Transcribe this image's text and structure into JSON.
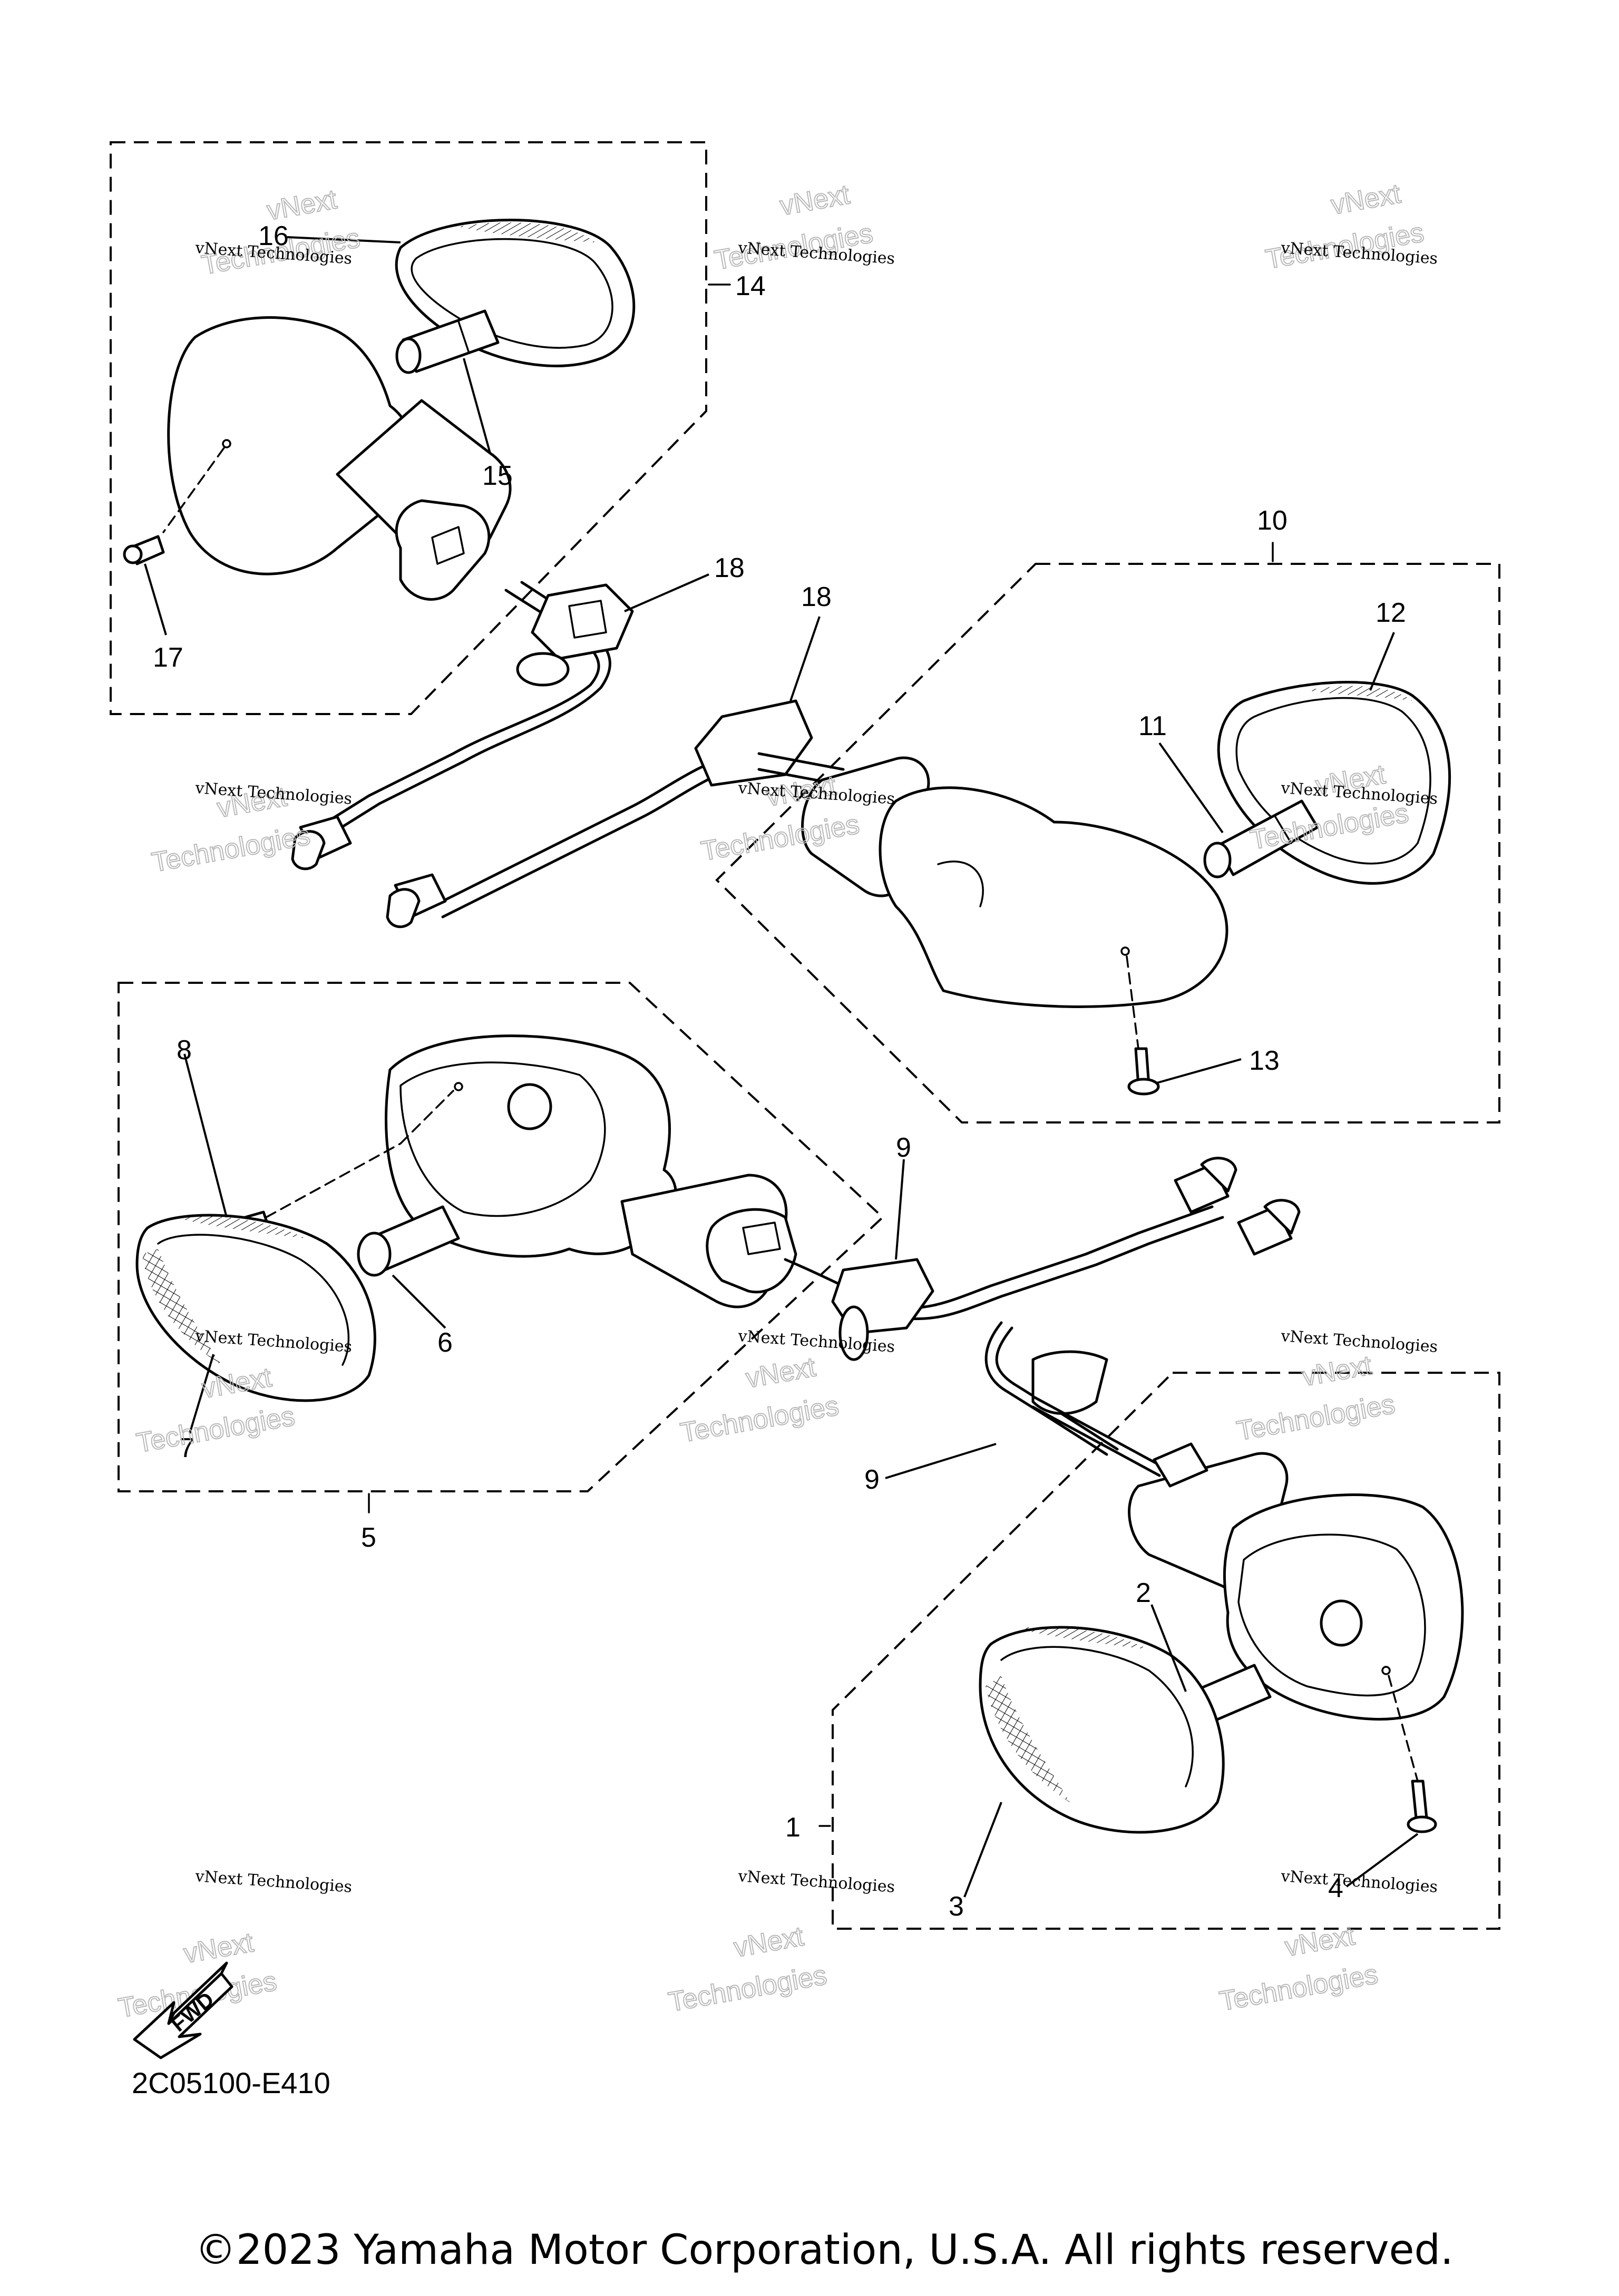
{
  "callouts": [
    "1",
    "2",
    "3",
    "4",
    "5",
    "6",
    "7",
    "8",
    "9",
    "9",
    "10",
    "11",
    "12",
    "13",
    "14",
    "15",
    "16",
    "17",
    "18",
    "18"
  ],
  "watermark": {
    "small": "vNext Technologies",
    "big_line1": "vNext",
    "big_line2": "Technologies"
  },
  "fwd_label": "FWD",
  "diagram_code": "2C05100-E410",
  "copyright": "©2023 Yamaha Motor Corporation, U.S.A. All rights reserved."
}
